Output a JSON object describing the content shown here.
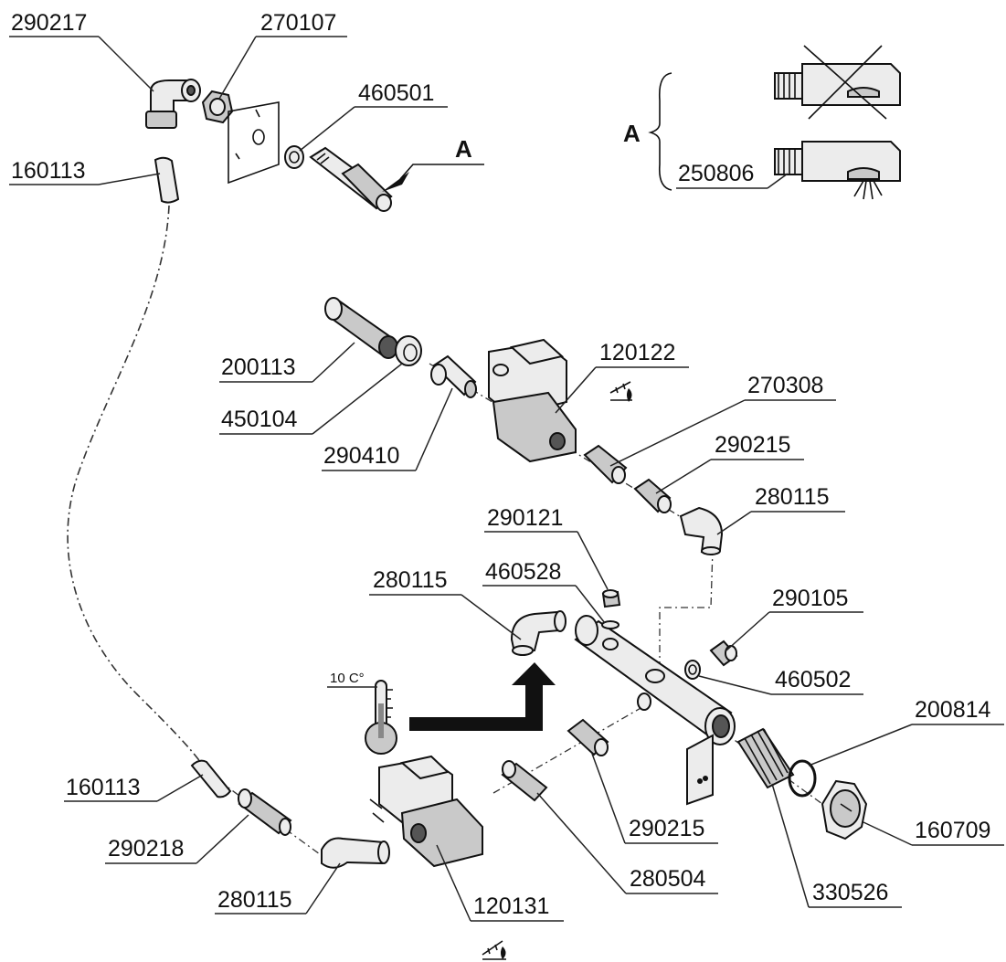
{
  "diagram": {
    "part_labels": {
      "p290217": "290217",
      "p270107": "270107",
      "p460501": "460501",
      "p160113_top": "160113",
      "p250806": "250806",
      "p200113": "200113",
      "p450104": "450104",
      "p290410": "290410",
      "p120122": "120122",
      "p270308": "270308",
      "p290215_top": "290215",
      "p280115_right": "280115",
      "p290121": "290121",
      "p460528": "460528",
      "p280115_mid": "280115",
      "p290105": "290105",
      "p460502": "460502",
      "p200814": "200814",
      "p160113_bottom": "160113",
      "p290218": "290218",
      "p280115_bottom": "280115",
      "p120131": "120131",
      "p280504": "280504",
      "p290215_bottom": "290215",
      "p160709": "160709",
      "p330526": "330526"
    },
    "detail_letter": "A",
    "detail_bracket_letter": "A",
    "temperature_label": "10 C°"
  }
}
